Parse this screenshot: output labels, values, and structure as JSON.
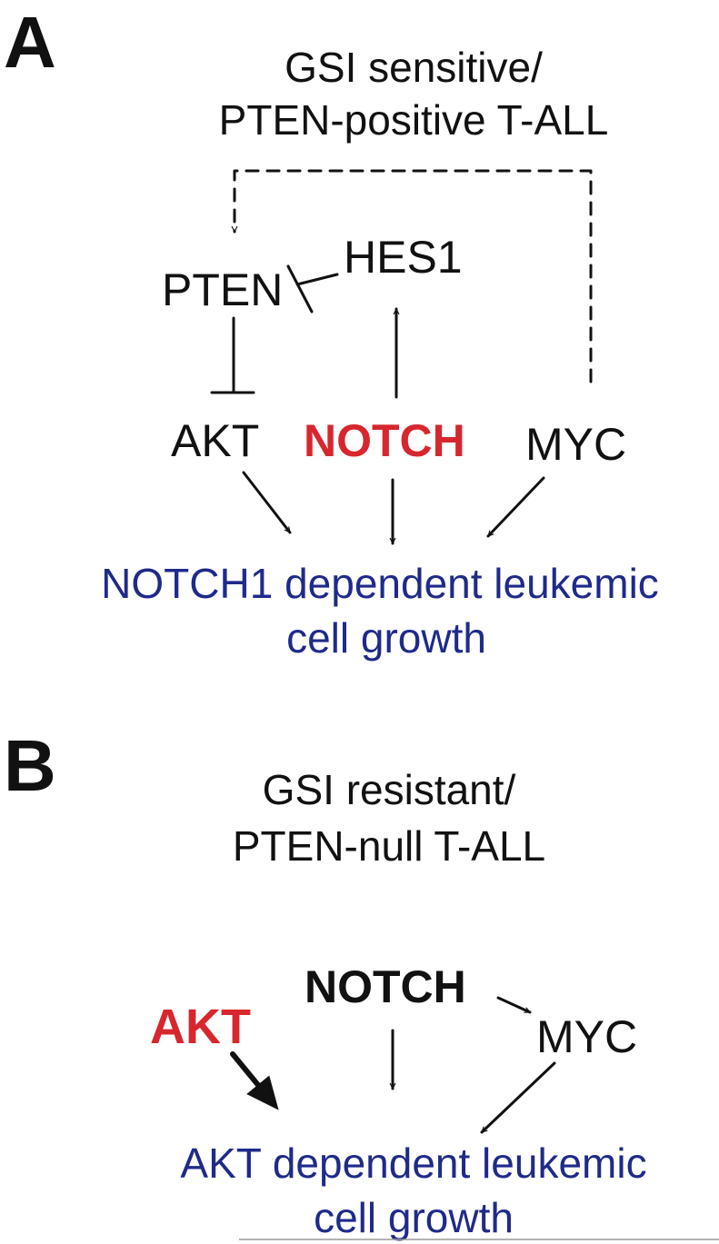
{
  "colors": {
    "ink": "#111111",
    "highlight": "#d7272e",
    "outcome": "#1f2a8a"
  },
  "panel_a": {
    "label": "A",
    "title_line1": "GSI sensitive/",
    "title_line2": "PTEN-positive T-ALL",
    "nodes": {
      "pten": "PTEN",
      "hes1": "HES1",
      "akt": "AKT",
      "notch": "NOTCH",
      "myc": "MYC"
    },
    "outcome_line1": "NOTCH1 dependent leukemic",
    "outcome_line2": "cell growth"
  },
  "panel_b": {
    "label": "B",
    "title_line1": "GSI resistant/",
    "title_line2": "PTEN-null T-ALL",
    "nodes": {
      "akt": "AKT",
      "notch": "NOTCH",
      "myc": "MYC"
    },
    "outcome_line1": "AKT dependent leukemic",
    "outcome_line2": "cell growth"
  }
}
